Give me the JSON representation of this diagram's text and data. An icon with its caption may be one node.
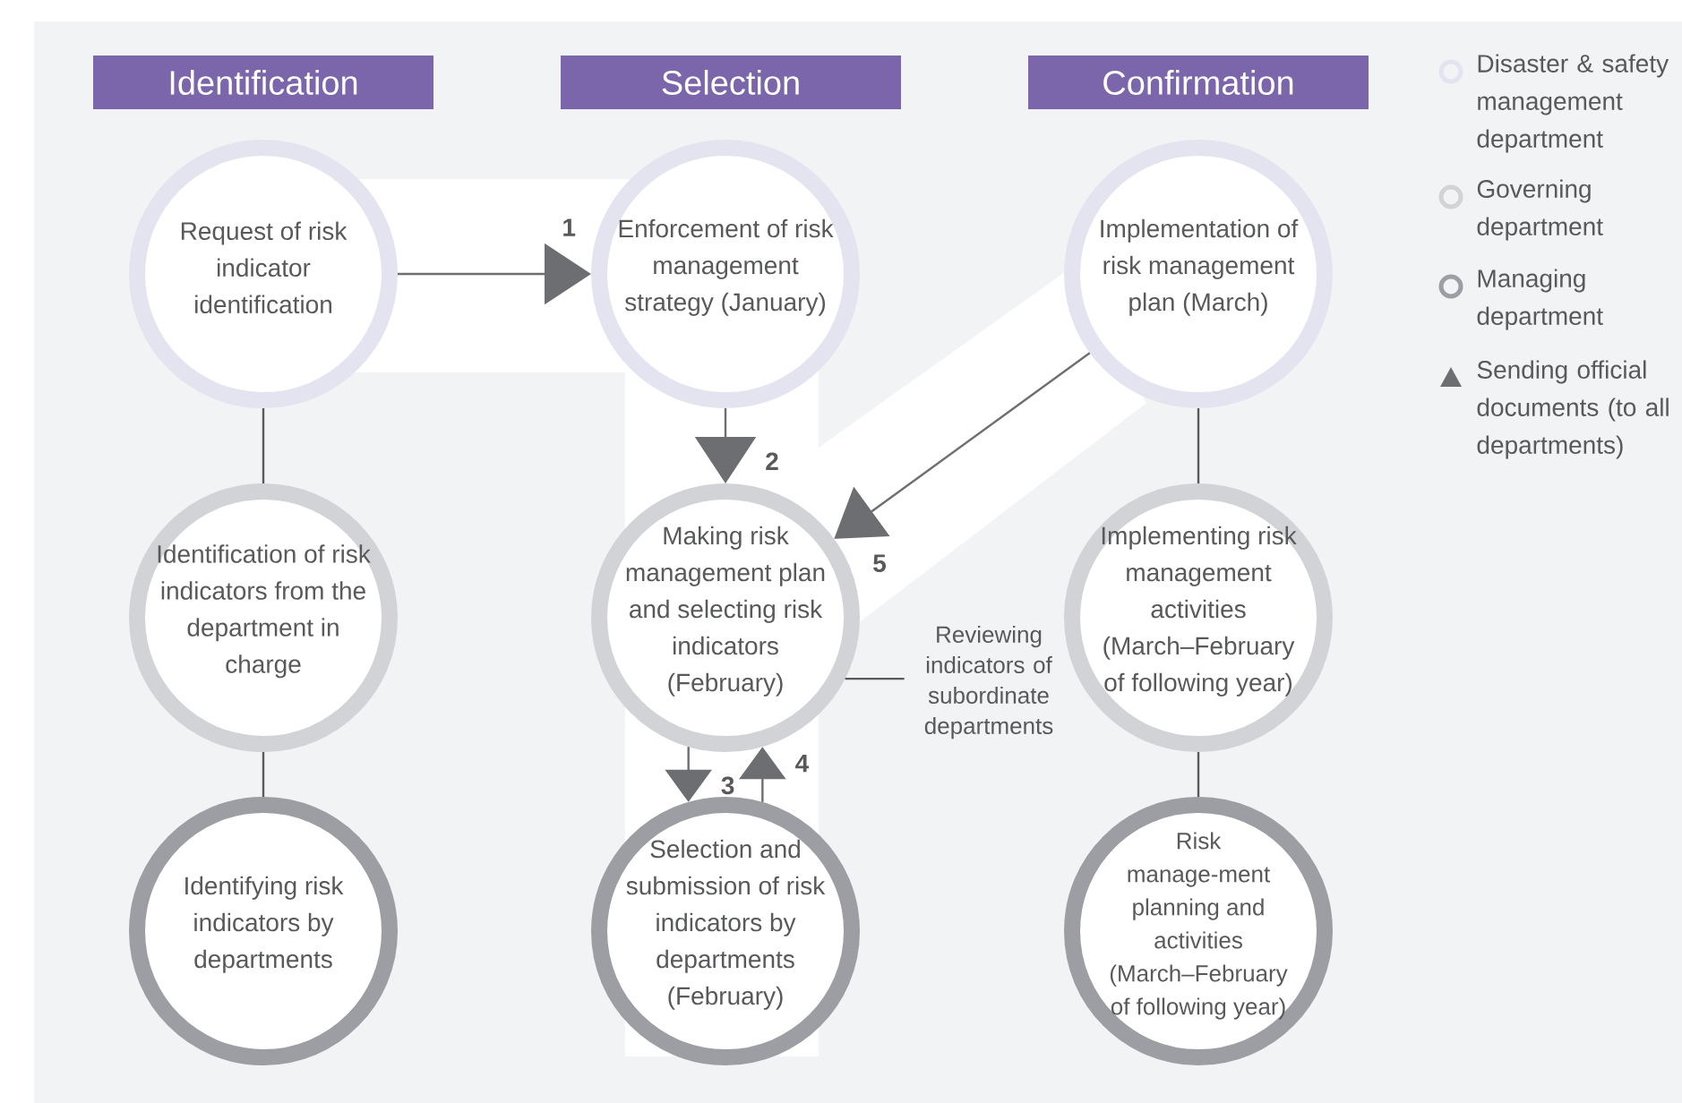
{
  "diagram": {
    "nodes": [
      {
        "text": [
          "Identification"
        ]
      },
      {
        "text": [
          "Selection"
        ]
      },
      {
        "text": [
          "Confirmation"
        ]
      },
      {
        "text": [
          "Request of risk indicator identification"
        ]
      },
      {
        "text": [
          "Enforcement of risk management strategy (January)"
        ]
      },
      {
        "text": [
          "Implementation of risk management plan (March)"
        ]
      },
      {
        "text": [
          "Identification of risk indicators from the department in charge"
        ]
      },
      {
        "text": [
          "Making risk management plan and selecting risk indicators (February)"
        ]
      },
      {
        "text": [
          "Implementing risk management activities (March–February of following year)"
        ]
      },
      {
        "text": [
          "Identifying risk indicators by departments"
        ]
      },
      {
        "text": [
          "Selection and submission of risk indicators by departments (February)"
        ]
      },
      {
        "text": [
          "Risk manage-ment planning and activities (March–February of following year)"
        ]
      },
      {
        "text": [
          "Reviewing indicators of subordinate departments"
        ]
      }
    ],
    "edges": [
      {
        "from": 3,
        "to": 4,
        "arrow": "to",
        "label": "1"
      },
      {
        "from": 4,
        "to": 7,
        "arrow": "to",
        "label": "2"
      },
      {
        "from": 7,
        "to": 10,
        "arrow": "to",
        "label": "3"
      },
      {
        "from": 10,
        "to": 7,
        "arrow": "to",
        "label": "4"
      },
      {
        "from": 5,
        "to": 7,
        "arrow": "to",
        "label": "5"
      },
      {
        "from": 3,
        "to": 6,
        "arrow": "none"
      },
      {
        "from": 6,
        "to": 9,
        "arrow": "none"
      },
      {
        "from": 5,
        "to": 8,
        "arrow": "none"
      },
      {
        "from": 8,
        "to": 11,
        "arrow": "none"
      },
      {
        "from": 7,
        "to": 12,
        "arrow": "none"
      }
    ],
    "legend": [
      {
        "text": "Disaster & safety management department"
      },
      {
        "text": "Governing department"
      },
      {
        "text": "Managing department"
      },
      {
        "text": "Sending official documents (to all departments)"
      }
    ]
  }
}
